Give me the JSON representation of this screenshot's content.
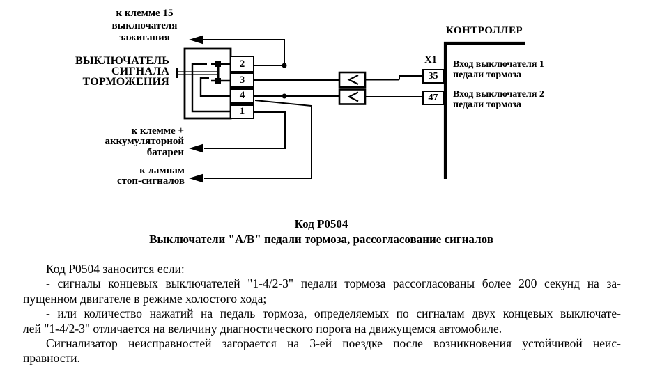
{
  "diagram": {
    "wire_color": "#000000",
    "ignition_label": {
      "line1": "к клемме 15",
      "line2": "выключателя",
      "line3": "зажигания"
    },
    "switch_label": {
      "line1": "ВЫКЛЮЧАТЕЛЬ",
      "line2": "СИГНАЛА",
      "line3": "ТОРМОЖЕНИЯ"
    },
    "battery_label": {
      "line1": "к клемме +",
      "line2": "аккумуляторной",
      "line3": "батареи"
    },
    "lamps_label": {
      "line1": "к лампам",
      "line2": "стоп-сигналов"
    },
    "switch_pins": {
      "pin_top": "2",
      "pin_second": "3",
      "pin_third": "4",
      "pin_bottom": "1"
    },
    "controller": {
      "title": "КОНТРОЛЛЕР",
      "connector": "X1",
      "pin35": "35",
      "pin47": "47",
      "input1_line1": "Вход выключателя 1",
      "input1_line2": "педали тормоза",
      "input2_line1": "Вход выключателя 2",
      "input2_line2": "педали тормоза"
    }
  },
  "text_section": {
    "title": "Код Р0504",
    "subtitle": "Выключатели \"А/В\" педали тормоза, рассогласование сигналов",
    "lines": [
      {
        "text": "Код Р0504 заносится если:"
      },
      {
        "text": "- сигналы концевых выключателей \"1-4/2-3\" педали тормоза рассогласованы более 200 секунд на за-"
      },
      {
        "text": "пущенном двигателе в режиме холостого хода;"
      },
      {
        "text": "- или количество нажатий на педаль тормоза, определяемых по сигналам двух концевых выключате-"
      },
      {
        "text": "лей \"1-4/2-3\" отличается на величину диагностического порога на движущемся автомобиле."
      },
      {
        "text": "Сигнализатор неисправностей загорается на 3-ей поездке после возникновения устойчивой неис-"
      },
      {
        "text": "правности."
      }
    ]
  }
}
